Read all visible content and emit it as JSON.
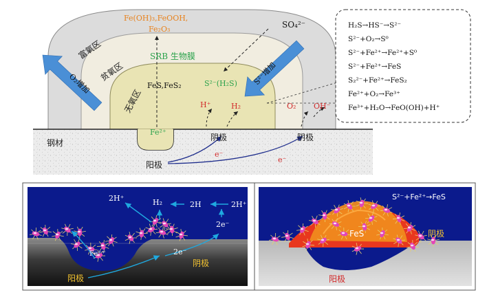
{
  "colors": {
    "orange": "#e8821c",
    "green": "#2ba24c",
    "red": "#d22b2b",
    "blue_arrow": "#4a8fd6",
    "outer_layer": "#dcdcdc",
    "middle_layer": "#f1ede0",
    "inner_layer": "#e9e4b4",
    "panel_navy": "#0b1a8c",
    "cyan_arrow": "#1fa9e0",
    "fes_orange": "#f08a1e"
  },
  "top": {
    "zone_rich": "富氧区",
    "zone_poor": "贫氧区",
    "zone_anoxic": "无氧区",
    "srb_label": "SRB 生物膜",
    "o2_increase": "O₂增加",
    "s_increase": "S²⁻增加",
    "fe_oxides": "Fe(OH)₃,FeOOH,",
    "fe2o3": "Fe₂O₃",
    "so4": "SO₄²⁻",
    "fes_fes2": "FeS,FeS₂",
    "s2_h2s": "S²⁻(H₂S)",
    "fe2": "Fe²⁺",
    "h_plus": "H⁺",
    "h2": "H₂",
    "o2": "O₂",
    "oh": "OH⁻",
    "steel": "钢材",
    "cathode1": "阴极",
    "cathode2": "阴极",
    "anode": "阳极",
    "e1": "e⁻",
    "e2": "e⁻",
    "reactions": [
      "H₂S→HS⁻→S²⁻",
      "S²⁻+O₂→S⁰",
      "S²⁻+Fe²⁺→Fe²⁺+S⁰",
      "S²⁻+Fe²⁺→FeS",
      "S₂²⁻+Fe²⁺→FeS₂",
      "Fe²⁺+O₂→Fe³⁺",
      "Fe³⁺+H₂O→FeO(OH)+H⁺"
    ]
  },
  "left_panel": {
    "h_plus_a": "2H⁺",
    "h2": "H₂",
    "two_h": "2H",
    "h_plus_b": "2H⁺",
    "e_top": "2e⁻",
    "e_mid": "2e⁻",
    "fe": "Fe⁺⁺",
    "cathode": "阴极",
    "anode": "阳极"
  },
  "right_panel": {
    "reaction": "S²⁻+Fe²⁺→FeS",
    "fes": "FeS",
    "cathode": "阴极",
    "anode": "阳极"
  }
}
